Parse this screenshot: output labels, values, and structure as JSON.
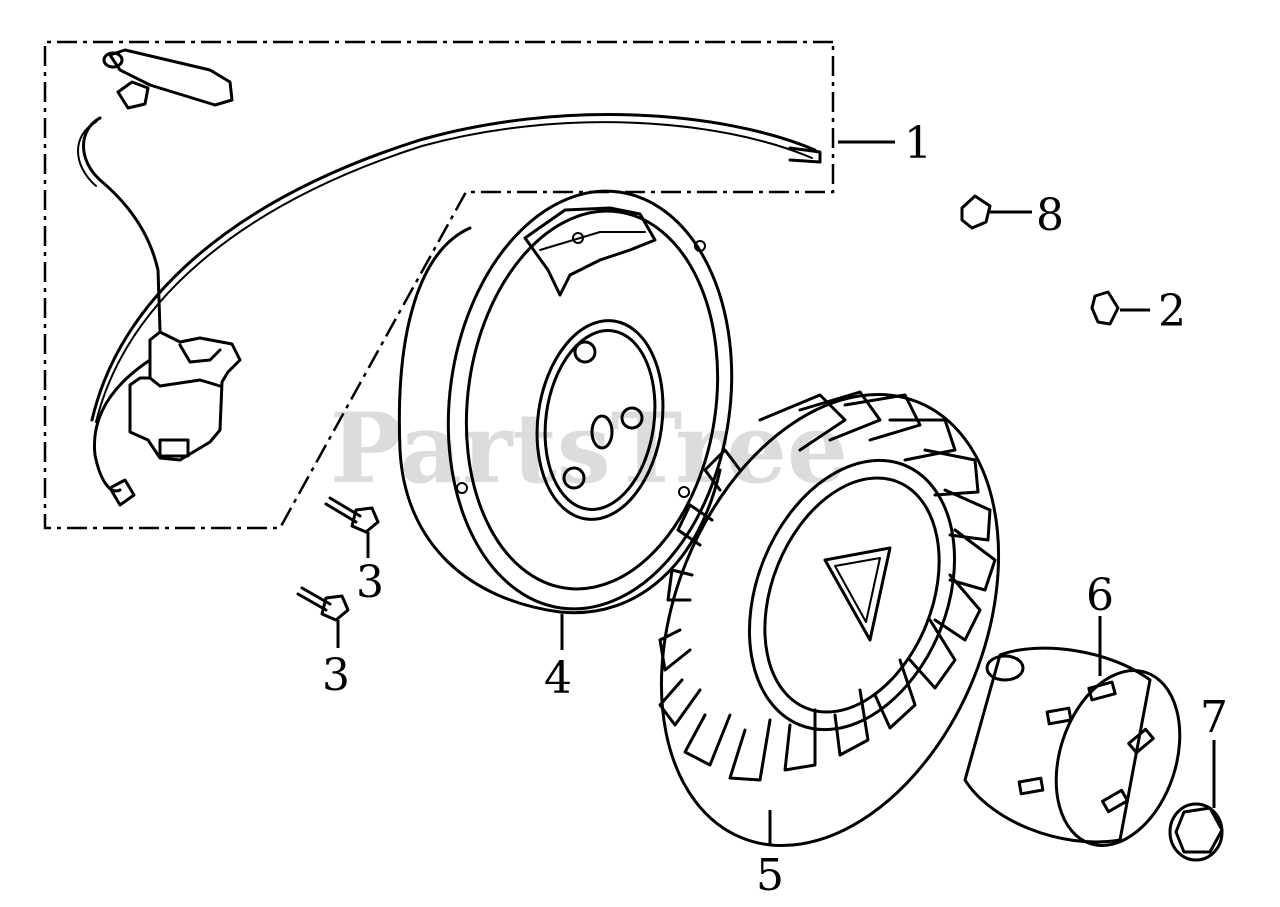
{
  "watermark": "PartsTree",
  "callouts": [
    "1",
    "2",
    "3",
    "3",
    "4",
    "5",
    "6",
    "7",
    "8"
  ],
  "colors": {
    "line": "#000000",
    "background": "#ffffff",
    "watermark": "#d6d6d6"
  }
}
